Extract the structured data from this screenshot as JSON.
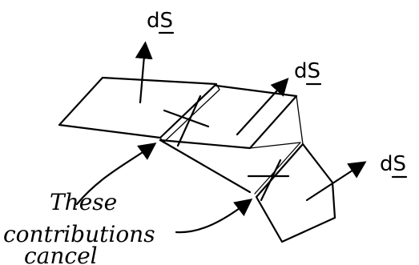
{
  "vector_labels": {
    "top": "dS",
    "middle": "dS",
    "right": "dS"
  },
  "annotation": {
    "line1": "These",
    "line2": "contributions",
    "line3": "cancel"
  }
}
